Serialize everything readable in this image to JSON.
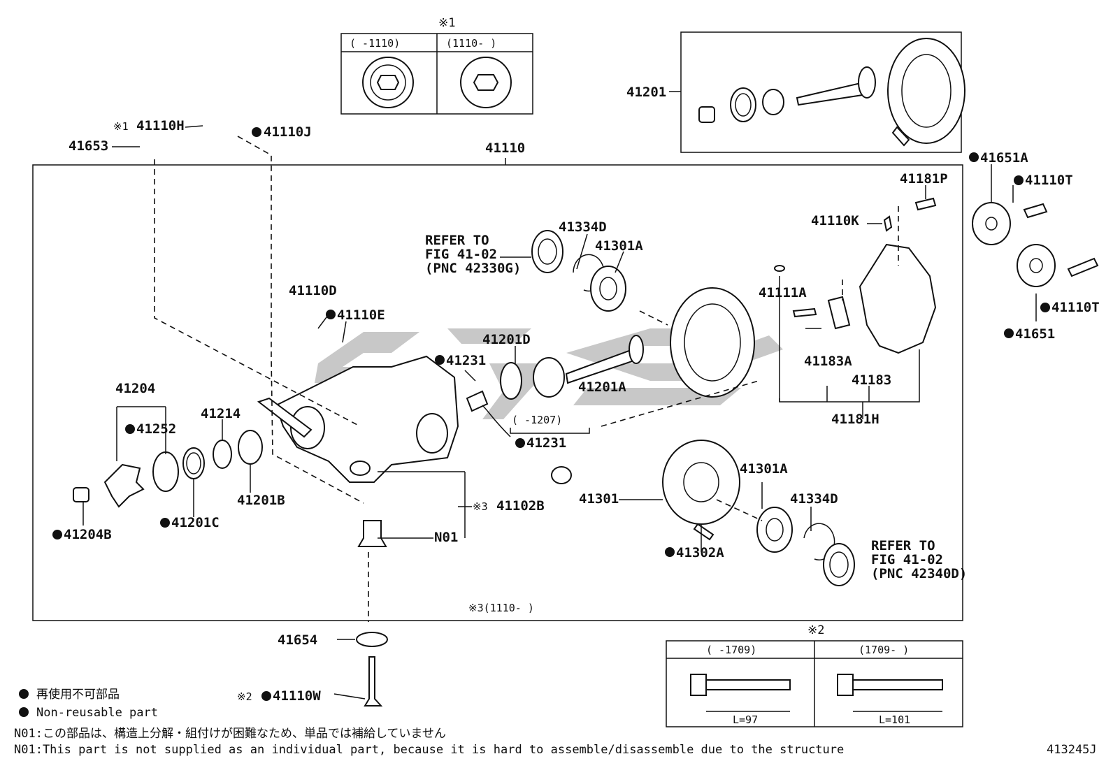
{
  "labels": {
    "l41653": "41653",
    "l41110H": "41110H",
    "l41110J": "41110J",
    "l41110": "41110",
    "l41201": "41201",
    "l41651A": "41651A",
    "l41110T_a": "41110T",
    "l41181P": "41181P",
    "l41110K": "41110K",
    "l41334D_a": "41334D",
    "l41301A_a": "41301A",
    "l41111A": "41111A",
    "l41110D": "41110D",
    "l41110E": "41110E",
    "l41201D": "41201D",
    "l41231_a": "41231",
    "l41183A": "41183A",
    "l41183": "41183",
    "l41110T_b": "41110T",
    "l41651": "41651",
    "l41201A": "41201A",
    "l41204": "41204",
    "l41252": "41252",
    "l41214": "41214",
    "l41181H": "41181H",
    "l41231_b": "41231",
    "l41301A_b": "41301A",
    "l41201B": "41201B",
    "l41102B": "41102B",
    "l41301": "41301",
    "l41334D_b": "41334D",
    "l41201C": "41201C",
    "l41204B": "41204B",
    "lN01": "N01",
    "l41302A": "41302A",
    "l41654": "41654",
    "l41110W": "41110W"
  },
  "refer_left": [
    "REFER TO",
    "FIG 41-02",
    "(PNC 42330G)"
  ],
  "refer_right": [
    "REFER TO",
    "FIG 41-02",
    "(PNC 42340D)"
  ],
  "marks": {
    "asterisk1": "※1",
    "asterisk2": "※2",
    "asterisk3": "※3",
    "range_1207": "(   -1207)",
    "frame3_note": "※3(1110-     )"
  },
  "inset1": {
    "title": "※1",
    "left": "(     -1110)",
    "right": "(1110-     )"
  },
  "inset2": {
    "title": "※2",
    "left": "(     -1709)",
    "right": "(1709-     )",
    "len_left": "L=97",
    "len_right": "L=101"
  },
  "legend": {
    "jp": "再使用不可部品",
    "en": "Non-reusable part"
  },
  "notes": {
    "n01_jp": "N01:この部品は、構造上分解・組付けが困難なため、単品では補給していません",
    "n01_en": "N01:This part is not supplied as an individual part, because it is hard to assemble/disassemble due to the structure"
  },
  "figure_code": "413245J"
}
